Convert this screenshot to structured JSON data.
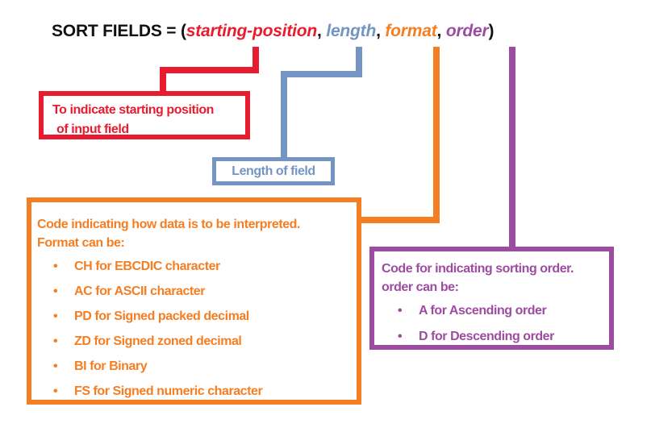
{
  "colors": {
    "red": "#e81c2e",
    "blue": "#7494c4",
    "orange": "#f67e22",
    "purple": "#9e4ba2",
    "black": "#111111"
  },
  "title": {
    "segments": [
      {
        "text": "SORT FIELDS = ("
      },
      {
        "text": "starting-position"
      },
      {
        "text": ", "
      },
      {
        "text": "length"
      },
      {
        "text": ", "
      },
      {
        "text": "format"
      },
      {
        "text": ", "
      },
      {
        "text": "order"
      },
      {
        "text": ")"
      }
    ]
  },
  "callouts": {
    "starting_position": {
      "lines": [
        "To indicate starting position",
        "of input field"
      ]
    },
    "length": {
      "label": "Length of field"
    },
    "format": {
      "lines": [
        "Code indicating how data is to be interpreted.",
        "Format can be:"
      ],
      "items": [
        "CH for EBCDIC character",
        "AC for ASCII character",
        "PD for Signed packed decimal",
        "ZD for Signed zoned decimal",
        "BI for Binary",
        "FS for Signed numeric character"
      ]
    },
    "order": {
      "lines": [
        "Code for indicating sorting order.",
        "order can be:"
      ],
      "items": [
        "A for Ascending order",
        "D for Descending order"
      ]
    }
  }
}
